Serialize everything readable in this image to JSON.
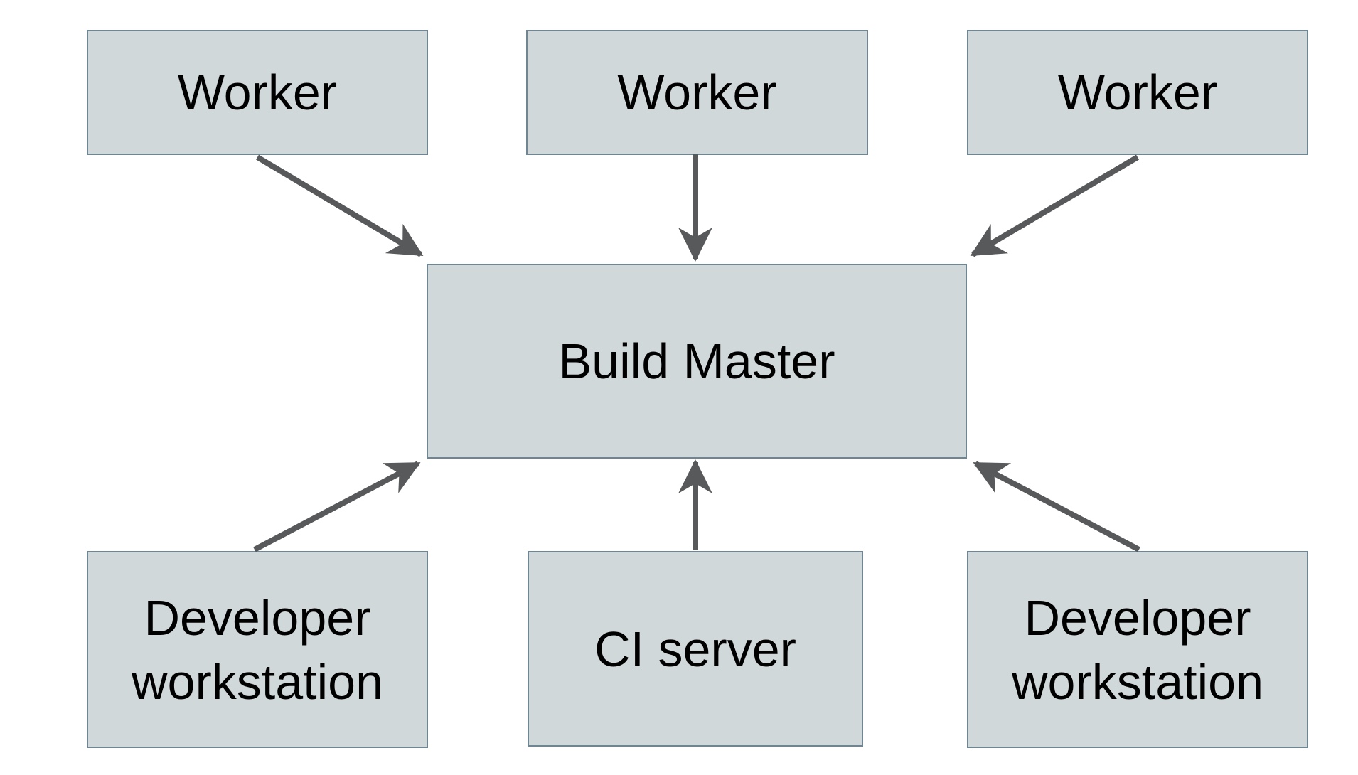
{
  "diagram": {
    "type": "architecture-diagram",
    "background": "#ffffff",
    "nodes": [
      {
        "id": "worker-1",
        "label": "Worker"
      },
      {
        "id": "worker-2",
        "label": "Worker"
      },
      {
        "id": "worker-3",
        "label": "Worker"
      },
      {
        "id": "build-master",
        "label": "Build Master"
      },
      {
        "id": "developer-workstation-left",
        "label": "Developer workstation"
      },
      {
        "id": "ci-server",
        "label": "CI server"
      },
      {
        "id": "developer-workstation-right",
        "label": "Developer workstation"
      }
    ],
    "edges": [
      {
        "from": "worker-1",
        "to": "build-master",
        "direction": "down-right"
      },
      {
        "from": "worker-2",
        "to": "build-master",
        "direction": "down"
      },
      {
        "from": "worker-3",
        "to": "build-master",
        "direction": "down-left"
      },
      {
        "from": "developer-workstation-left",
        "to": "build-master",
        "direction": "up-right"
      },
      {
        "from": "ci-server",
        "to": "build-master",
        "direction": "up"
      },
      {
        "from": "developer-workstation-right",
        "to": "build-master",
        "direction": "up-left"
      }
    ],
    "colors": {
      "node_fill": "#d0d8da",
      "node_border": "#6f8591",
      "arrow": "#58595b",
      "text": "#000000",
      "background": "#ffffff"
    }
  }
}
